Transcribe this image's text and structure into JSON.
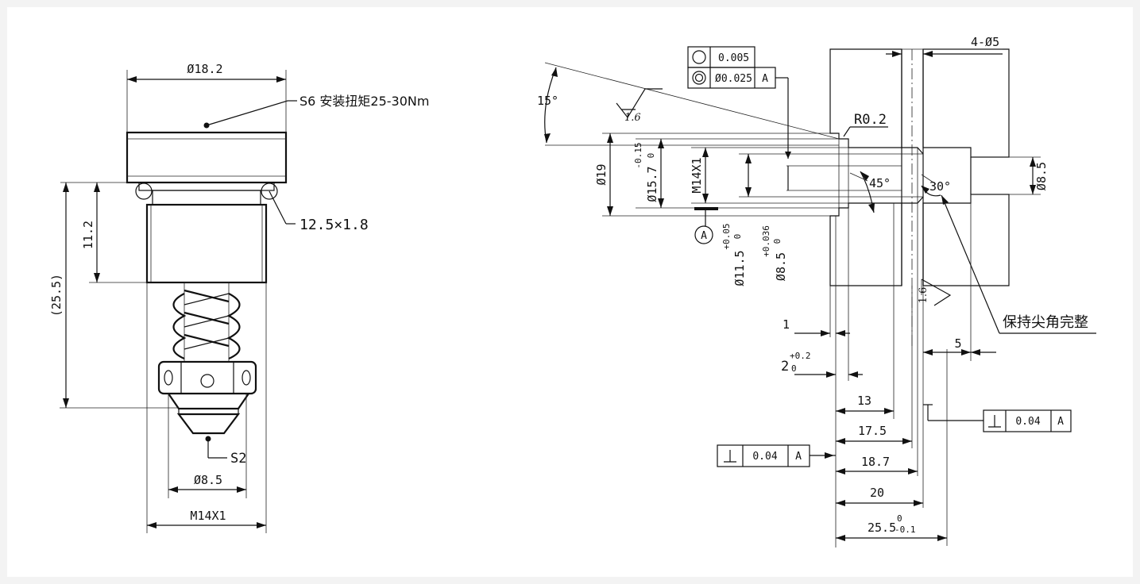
{
  "left_view": {
    "dia_hex": "Ø18.2",
    "hex_note": "S6 安装扭矩25-30Nm",
    "oring": "12.5×1.8",
    "len_thread": "11.2",
    "len_total": "(25.5)",
    "tip_hex": "S2",
    "dia_tip": "Ø8.5",
    "thread": "M14X1"
  },
  "right_view": {
    "angle_top": "15°",
    "roughness_1": "1.6",
    "roughness_2": "1.6",
    "radius": "R0.2",
    "dia_19": "Ø19",
    "dia_157": "Ø15.7",
    "tol_157_up": "-0.15",
    "tol_157_low": "0",
    "thread_m14": "M14X1",
    "datum": "A",
    "dia_115": "Ø11.5",
    "tol_115_up": "+0.05",
    "tol_115_low": "0",
    "dia_85": "Ø8.5",
    "tol_85_up": "+0.036",
    "tol_85_low": "0",
    "angle_45": "45°",
    "angle_30": "30°",
    "dia_85_right": "Ø8.5",
    "dim_4_05": "4-Ø5",
    "note_sharp": "保持尖角完整",
    "dim_1": "1",
    "dim_2": "2",
    "tol_2_up": "+0.2",
    "tol_2_low": "0",
    "dim_5": "5",
    "dim_13": "13",
    "dim_17_5": "17.5",
    "dim_18_7": "18.7",
    "dim_20": "20",
    "dim_25_5": "25.5",
    "tol_25_5_up": "0",
    "tol_25_5_low": "-0.1",
    "fcf_top": [
      {
        "symbol": "circularity",
        "value": "0.005",
        "datum": ""
      },
      {
        "symbol": "concentricity",
        "value": "Ø0.025",
        "datum": "A"
      }
    ],
    "fcf_left": {
      "symbol": "perpendicularity",
      "value": "0.04",
      "datum": "A"
    },
    "fcf_right": {
      "symbol": "perpendicularity",
      "value": "0.04",
      "datum": "A"
    }
  }
}
